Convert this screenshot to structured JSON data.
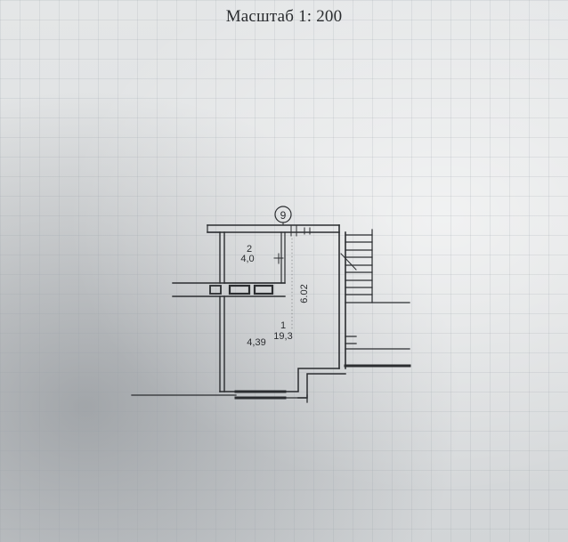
{
  "header": {
    "scale_text": "Масштаб 1: 200"
  },
  "plan": {
    "axis_marker": "9",
    "rooms": [
      {
        "number": "2",
        "area": "4,0"
      },
      {
        "number": "1",
        "area": "19,3"
      }
    ],
    "dimensions": {
      "vertical": "6.02",
      "horizontal": "4,39"
    }
  },
  "colors": {
    "ink": "#2b2d30",
    "paper": "#e2e4e5"
  }
}
